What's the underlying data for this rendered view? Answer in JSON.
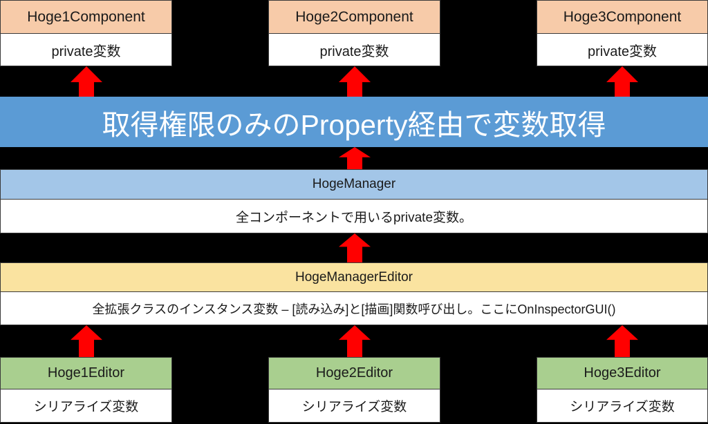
{
  "diagram": {
    "title_banner": {
      "text": "取得権限のみのProperty経由で変数取得",
      "color": "#5b9bd5",
      "text_color": "#ffffff"
    },
    "component_row": {
      "header_color": "#f7cba9",
      "items": [
        {
          "title": "Hoge1Component",
          "body": "private変数"
        },
        {
          "title": "Hoge2Component",
          "body": "private変数"
        },
        {
          "title": "Hoge3Component",
          "body": "private変数"
        }
      ]
    },
    "manager": {
      "header_color": "#a3c6e8",
      "title": "HogeManager",
      "body": "全コンポーネントで用いるprivate変数。"
    },
    "manager_editor": {
      "header_color": "#fae3a0",
      "title": "HogeManagerEditor",
      "body": "全拡張クラスのインスタンス変数 – [読み込み]と[描画]関数呼び出し。ここにOnInspectorGUI()"
    },
    "editor_row": {
      "header_color": "#a9cf8f",
      "items": [
        {
          "title": "Hoge1Editor",
          "body": "シリアライズ変数"
        },
        {
          "title": "Hoge2Editor",
          "body": "シリアライズ変数"
        },
        {
          "title": "Hoge3Editor",
          "body": "シリアライズ変数"
        }
      ]
    },
    "arrows": {
      "color": "#ff0000",
      "direction": "up",
      "count": 7
    },
    "background_color": "#000000"
  }
}
